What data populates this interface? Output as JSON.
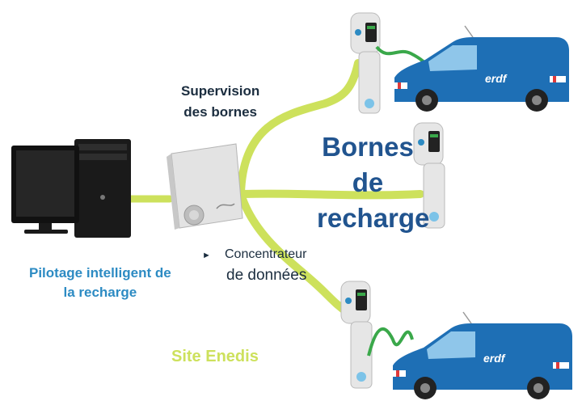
{
  "labels": {
    "supervision_line1": "Supervision",
    "supervision_line2": "des bornes",
    "bornes_line1": "Bornes",
    "bornes_line2": "de",
    "bornes_line3": "recharge",
    "concentrateur_line1": "Concentrateur",
    "concentrateur_line2": "de données",
    "pilotage_line1": "Pilotage intelligent de",
    "pilotage_line2": "la recharge",
    "site": "Site Enedis"
  },
  "van_logo": "erdf",
  "colors": {
    "cable_green": "#cde15c",
    "van_blue": "#1e6fb5",
    "title_blue": "#21548f",
    "pilotage_blue": "#2d8bc3",
    "charge_cable": "#3aa84a"
  }
}
